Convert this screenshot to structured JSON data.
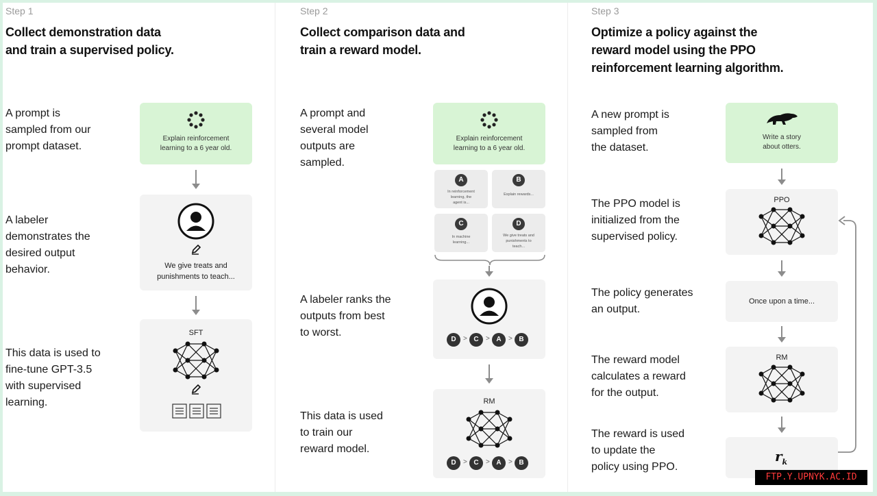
{
  "step1": {
    "label": "Step 1",
    "title_lines": [
      "Collect demonstration data",
      "and train a supervised policy."
    ],
    "desc1": [
      "A prompt is",
      "sampled from our",
      "prompt dataset."
    ],
    "desc2": [
      "A labeler",
      "demonstrates the",
      "desired output",
      "behavior."
    ],
    "desc3": [
      "This data is used to",
      "fine-tune GPT-3.5",
      "with supervised",
      "learning."
    ],
    "prompt_lines": [
      "Explain reinforcement",
      "learning to a 6 year old."
    ],
    "demo_lines": [
      "We give treats and",
      "punishments to teach..."
    ],
    "model_label": "SFT"
  },
  "step2": {
    "label": "Step 2",
    "title_lines": [
      "Collect comparison data and",
      "train a reward model."
    ],
    "desc1": [
      "A prompt and",
      "several model",
      "outputs are",
      "sampled."
    ],
    "desc2": [
      "A labeler ranks the",
      "outputs from best",
      "to worst."
    ],
    "desc3": [
      "This data is used",
      "to train our",
      "reward model."
    ],
    "prompt_lines": [
      "Explain reinforcement",
      "learning to a 6 year old."
    ],
    "outputs": [
      {
        "letter": "A",
        "lines": [
          "In reinforcement",
          "learning, the",
          "agent is..."
        ]
      },
      {
        "letter": "B",
        "lines": [
          "Explain rewards..."
        ]
      },
      {
        "letter": "C",
        "lines": [
          "In machine",
          "learning..."
        ]
      },
      {
        "letter": "D",
        "lines": [
          "We give treats and",
          "punishments to",
          "teach..."
        ]
      }
    ],
    "ranking": [
      "D",
      "C",
      "A",
      "B"
    ],
    "ranking_sep": ">",
    "model_label": "RM"
  },
  "step3": {
    "label": "Step 3",
    "title_lines": [
      "Optimize a policy against the",
      "reward model using the PPO",
      "reinforcement learning algorithm."
    ],
    "desc1": [
      "A new prompt is",
      "sampled from",
      "the dataset."
    ],
    "desc2": [
      "The PPO model is",
      "initialized from the",
      "supervised policy."
    ],
    "desc3": [
      "The policy generates",
      "an output."
    ],
    "desc4": [
      "The reward model",
      "calculates a reward",
      "for the output."
    ],
    "desc5": [
      "The reward is used",
      "to update the",
      "policy using PPO."
    ],
    "prompt_lines": [
      "Write a story",
      "about otters."
    ],
    "ppo_label": "PPO",
    "output_text": "Once upon a time...",
    "rm_label": "RM",
    "reward_symbol": "r",
    "reward_sub": "k"
  },
  "icons": [
    "cycle-icon",
    "labeler-icon",
    "pencil-icon",
    "neural-network-icon",
    "document-icon",
    "otter-icon",
    "feedback-arrow"
  ],
  "colors": {
    "prompt_box": "#d8f4d5",
    "box": "#f3f3f3",
    "frame": "#d9f2e4"
  },
  "watermark": "FTP.Y.UPNYK.AC.ID"
}
